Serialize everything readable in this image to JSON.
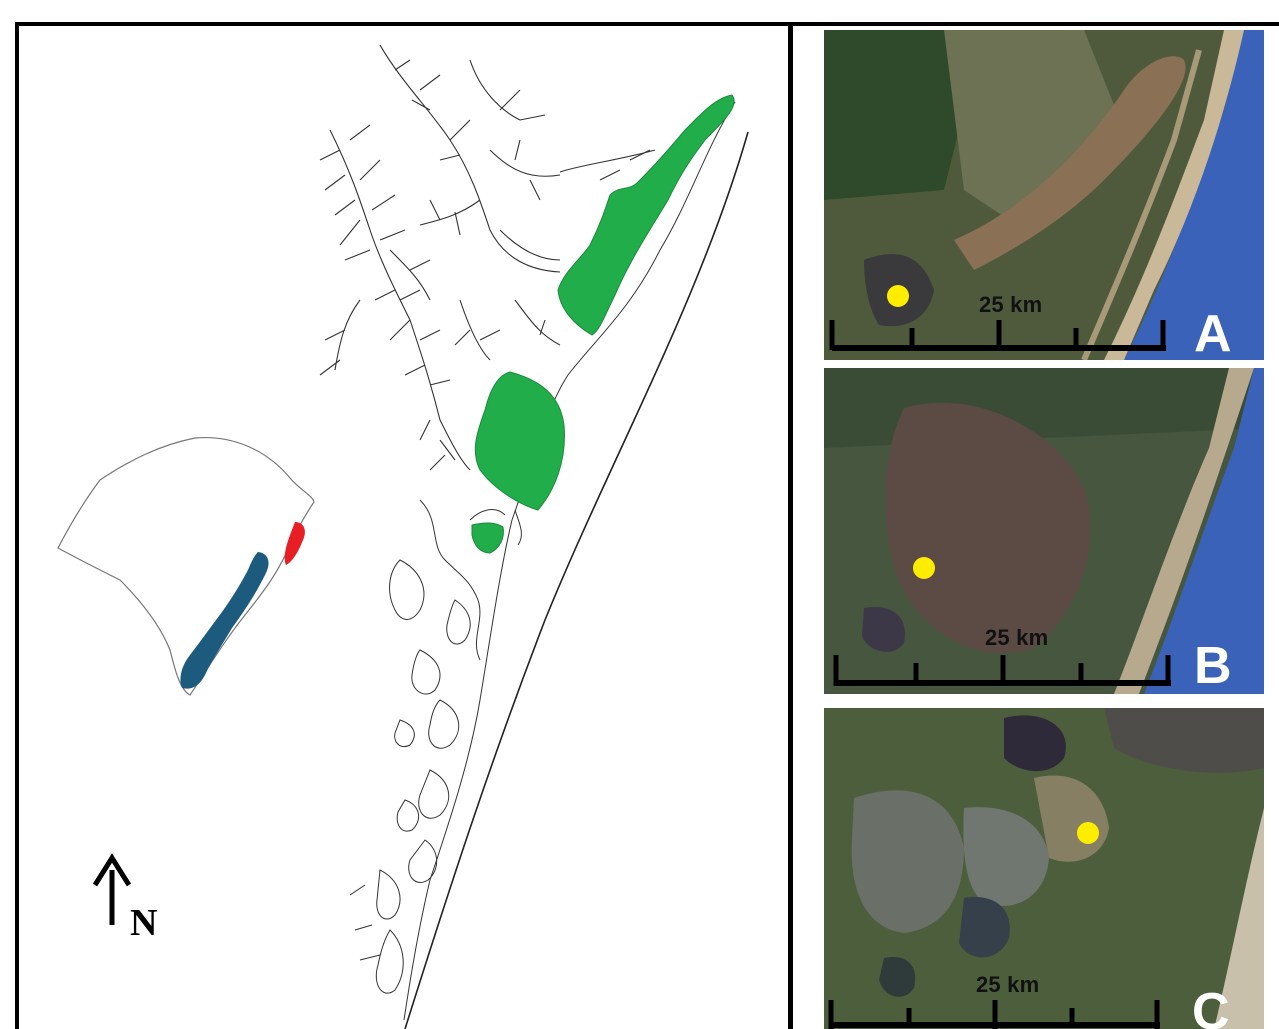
{
  "north_label": "N",
  "scale_bar_label": "25 km",
  "panels": [
    {
      "letter": "A"
    },
    {
      "letter": "B"
    },
    {
      "letter": "C"
    }
  ],
  "colors": {
    "lagoon_fill": "#22ad4b",
    "region_blue": "#1c5b7d",
    "region_red": "#e81e25",
    "site_marker": "#ffed00",
    "ocean": "#3b5bb5"
  },
  "icons": [
    "north-arrow-icon",
    "site-marker-icon",
    "scale-bar-icon"
  ]
}
